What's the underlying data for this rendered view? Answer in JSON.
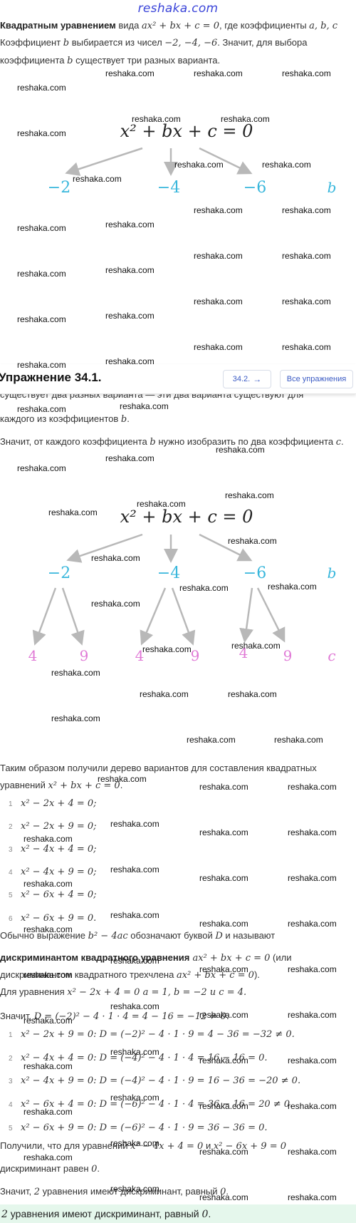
{
  "site": {
    "logo": "reshaka.com"
  },
  "intro": {
    "p1_bold": "Квадратным уравнением",
    "p1_rest": " вида ",
    "p1_eq": "ax² + bx + c = 0",
    "p1_tail": ", где коэффициенты ",
    "p1_coefs": "a,  b,  c",
    "p2_a": "Коэффициент ",
    "p2_b": "b",
    "p2_c": " выбирается из чисел ",
    "p2_d": "−2,  −4,  −6",
    "p2_e": ". Значит, для выбора",
    "p3_a": "коэффициента ",
    "p3_b": "b",
    "p3_c": " существует три разных варианта."
  },
  "tree1": {
    "root": "x² + bx + c = 0",
    "nodes": [
      "−2",
      "−4",
      "−6"
    ],
    "level_label": "b"
  },
  "sticky": {
    "title": "Упражнение 34.1.",
    "next_label": "34.2.",
    "next_icon": "arrow-right-icon",
    "all_label": "Все упражнения"
  },
  "middle": {
    "partial_line": "существует два разных варианта — эти два варианта существуют для",
    "line2_a": "каждого из коэффициентов ",
    "line2_b": "b",
    "line2_c": ".",
    "line3_a": "Значит, от каждого коэффициента ",
    "line3_b": "b",
    "line3_c": " нужно изобразить по два коэффициента ",
    "line3_d": "c",
    "line3_e": "."
  },
  "tree2": {
    "root": "x² + bx + c = 0",
    "b_nodes": [
      "−2",
      "−4",
      "−6"
    ],
    "b_label": "b",
    "c_nodes": [
      "4",
      "9",
      "4",
      "9",
      "4",
      "9"
    ],
    "c_label": "c"
  },
  "summary": {
    "line1": "Таким образом получили дерево вариантов для составления квадратных",
    "line2_a": "уравнений ",
    "line2_b": "x² + bx + c = 0",
    "line2_c": ".",
    "equations": [
      {
        "num": "1",
        "eq": "x² − 2x + 4 = 0;"
      },
      {
        "num": "2",
        "eq": "x² − 2x + 9 = 0;"
      },
      {
        "num": "3",
        "eq": "x² − 4x + 4 = 0;"
      },
      {
        "num": "4",
        "eq": "x² − 4x + 9 = 0;"
      },
      {
        "num": "5",
        "eq": "x² − 6x + 4 = 0;"
      },
      {
        "num": "6",
        "eq": "x² − 6x + 9 = 0."
      }
    ]
  },
  "discriminant": {
    "l1_a": "Обычно выражение ",
    "l1_b": "b² − 4ac",
    "l1_c": " обозначают буквой ",
    "l1_d": "D",
    "l1_e": " и называют",
    "l2_bold": "дискриминантом квадратного уравнения",
    "l2_b": " ax² + bx + c = 0",
    "l2_c": " (или",
    "l3_a": "дискриминантом квадратного трехчлена ",
    "l3_b": "ax² + bx + c = 0",
    "l3_c": ").",
    "l4_a": "Для уравнения ",
    "l4_b": "x² − 2x + 4 = 0",
    "l4_c": " a = 1, b = −2 и c = 4.",
    "l5_a": "Значит, ",
    "l5_b": "D = (−2)² − 4 · 1 · 4 = 4 − 16 = −12 ≠ 0.",
    "calcs": [
      {
        "num": "1",
        "eq": "x² − 2x + 9 = 0: D = (−2)² − 4 · 1 · 9 = 4 − 36 = −32 ≠ 0."
      },
      {
        "num": "2",
        "eq": "x² − 4x + 4 = 0: D = (−4)² − 4 · 1 · 4 = 16 − 16 = 0."
      },
      {
        "num": "3",
        "eq": "x² − 4x + 9 = 0: D = (−4)² − 4 · 1 · 9 = 16 − 36 = −20 ≠ 0."
      },
      {
        "num": "4",
        "eq": "x² − 6x + 4 = 0: D = (−6)² − 4 · 1 · 4 = 36 − 16 = 20 ≠ 0."
      },
      {
        "num": "5",
        "eq": "x² − 6x + 9 = 0: D = (−6)² − 4 · 1 · 9 = 36 − 36 = 0."
      }
    ],
    "r1_a": "Получили, что для уравнений ",
    "r1_b": "x² − 4x + 4 = 0",
    "r1_c": " и ",
    "r1_d": "x² − 6x + 9 = 0",
    "r2_a": "дискриминант равен ",
    "r2_b": "0",
    "r2_c": ".",
    "r3_a": "Значит, ",
    "r3_b": "2",
    "r3_c": " уравнения имеют дискриминант, равный ",
    "r3_d": "0",
    "r3_e": "."
  },
  "answer": {
    "a": "2",
    "b": " уравнения имеют дискриминант, равный ",
    "c": "0",
    "d": "."
  },
  "watermark": {
    "text": "reshaka.com"
  },
  "colors": {
    "b_nodes": "#39b7dc",
    "c_nodes": "#e07ad6",
    "arrow": "#b8b8b8",
    "logo": "#3b45d9",
    "answer_bg": "#e5f7ec"
  }
}
